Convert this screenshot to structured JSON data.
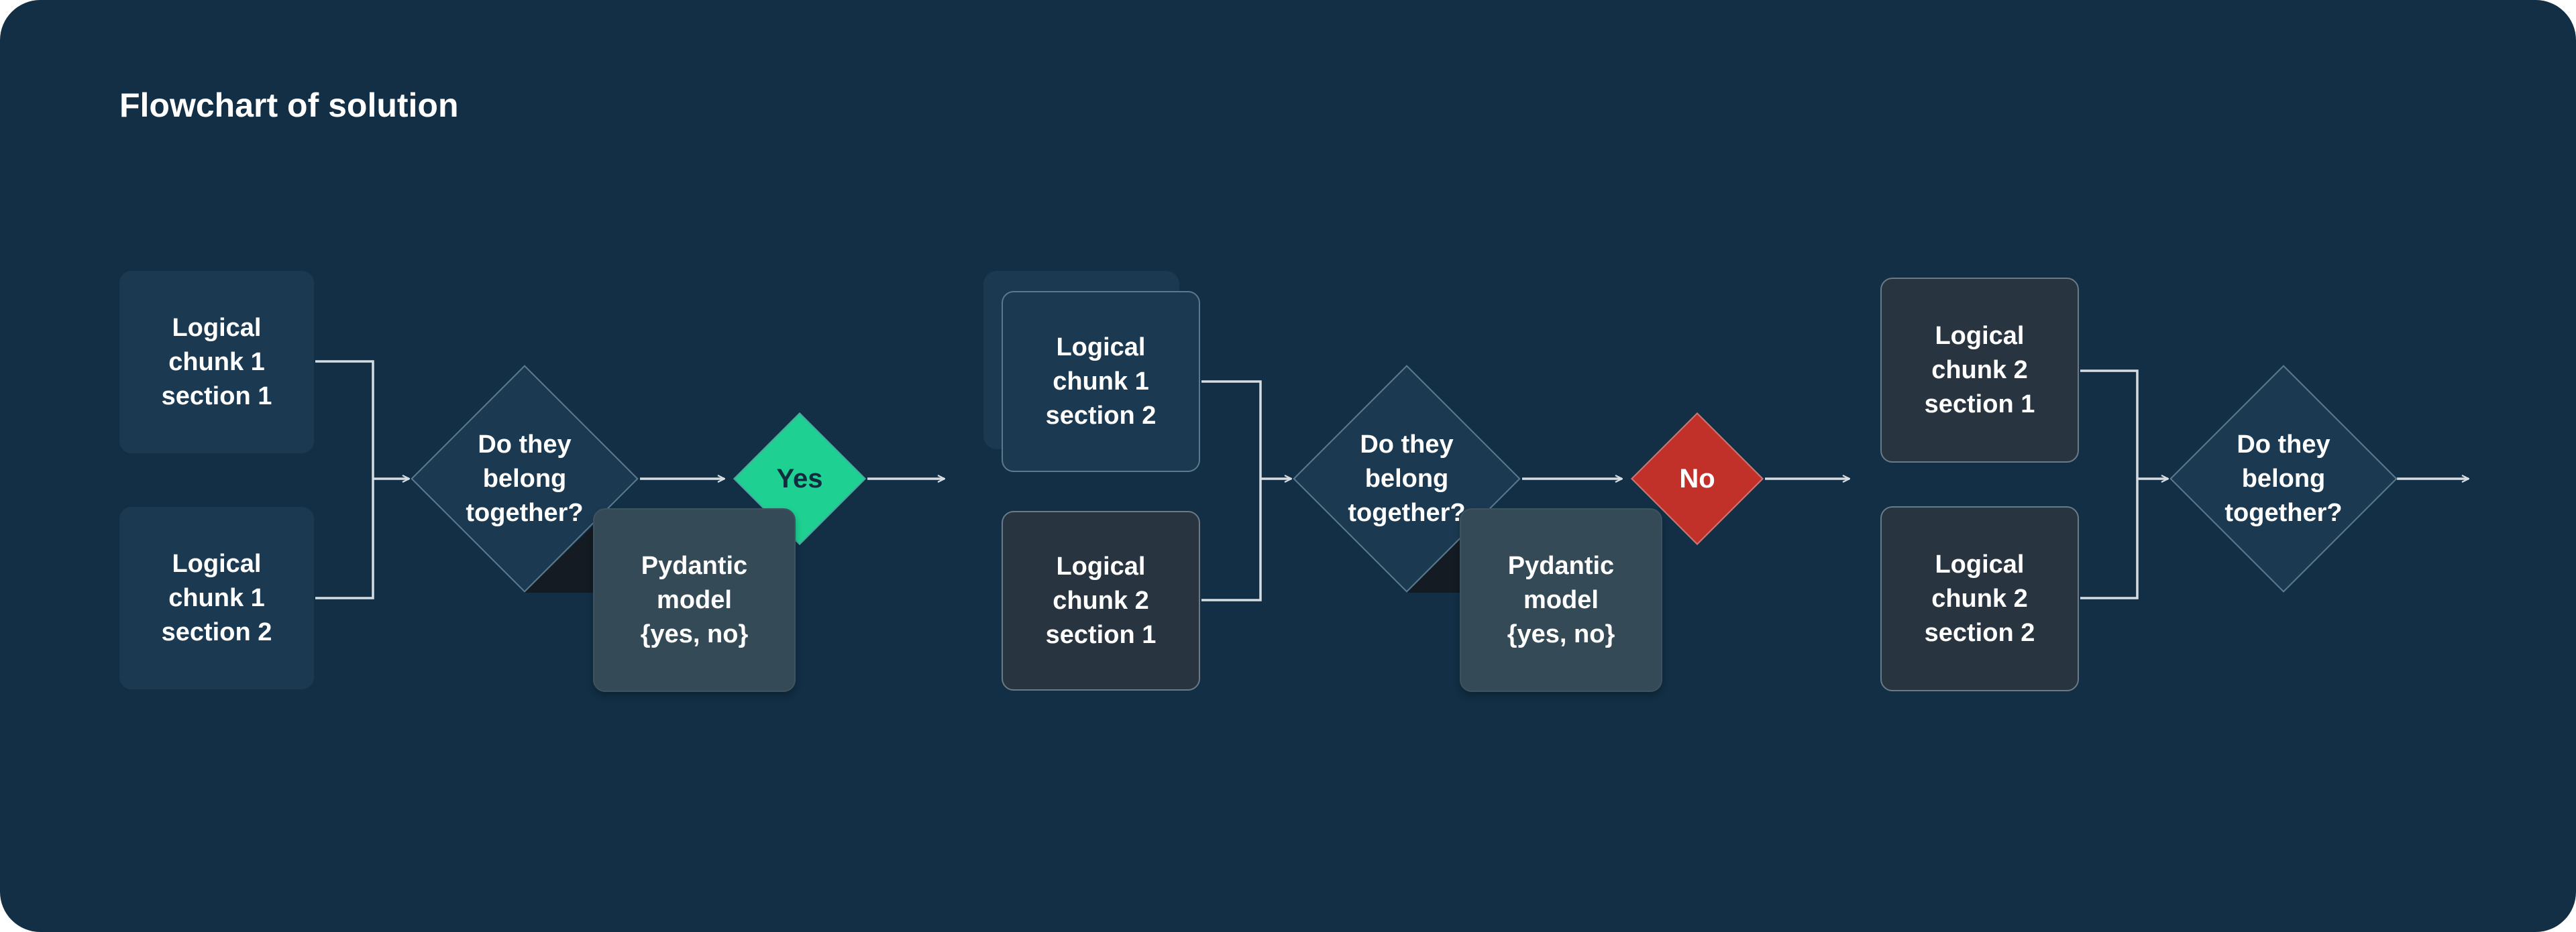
{
  "title": "Flowchart of solution",
  "group1": {
    "chunk_a": "Logical\nchunk 1\nsection 1",
    "chunk_b": "Logical\nchunk 1\nsection 2",
    "question": "Do they\nbelong\ntogether?",
    "pydantic": "Pydantic\nmodel\n{yes, no}",
    "answer": "Yes"
  },
  "group2": {
    "chunk_a": "Logical\nchunk 1\nsection 2",
    "chunk_b": "Logical\nchunk 2\nsection 1",
    "question": "Do they\nbelong\ntogether?",
    "pydantic": "Pydantic\nmodel\n{yes, no}",
    "answer": "No"
  },
  "group3": {
    "chunk_a": "Logical\nchunk 2\nsection 1",
    "chunk_b": "Logical\nchunk 2\nsection 2",
    "question": "Do they\nbelong\ntogether?"
  },
  "colors": {
    "background": "#122f45",
    "node_blue": "#1b3a51",
    "node_dark": "#28343f",
    "pydantic_node": "#354a57",
    "yes": "#1ed091",
    "no": "#c1312a",
    "connector": "#d6dde2"
  }
}
